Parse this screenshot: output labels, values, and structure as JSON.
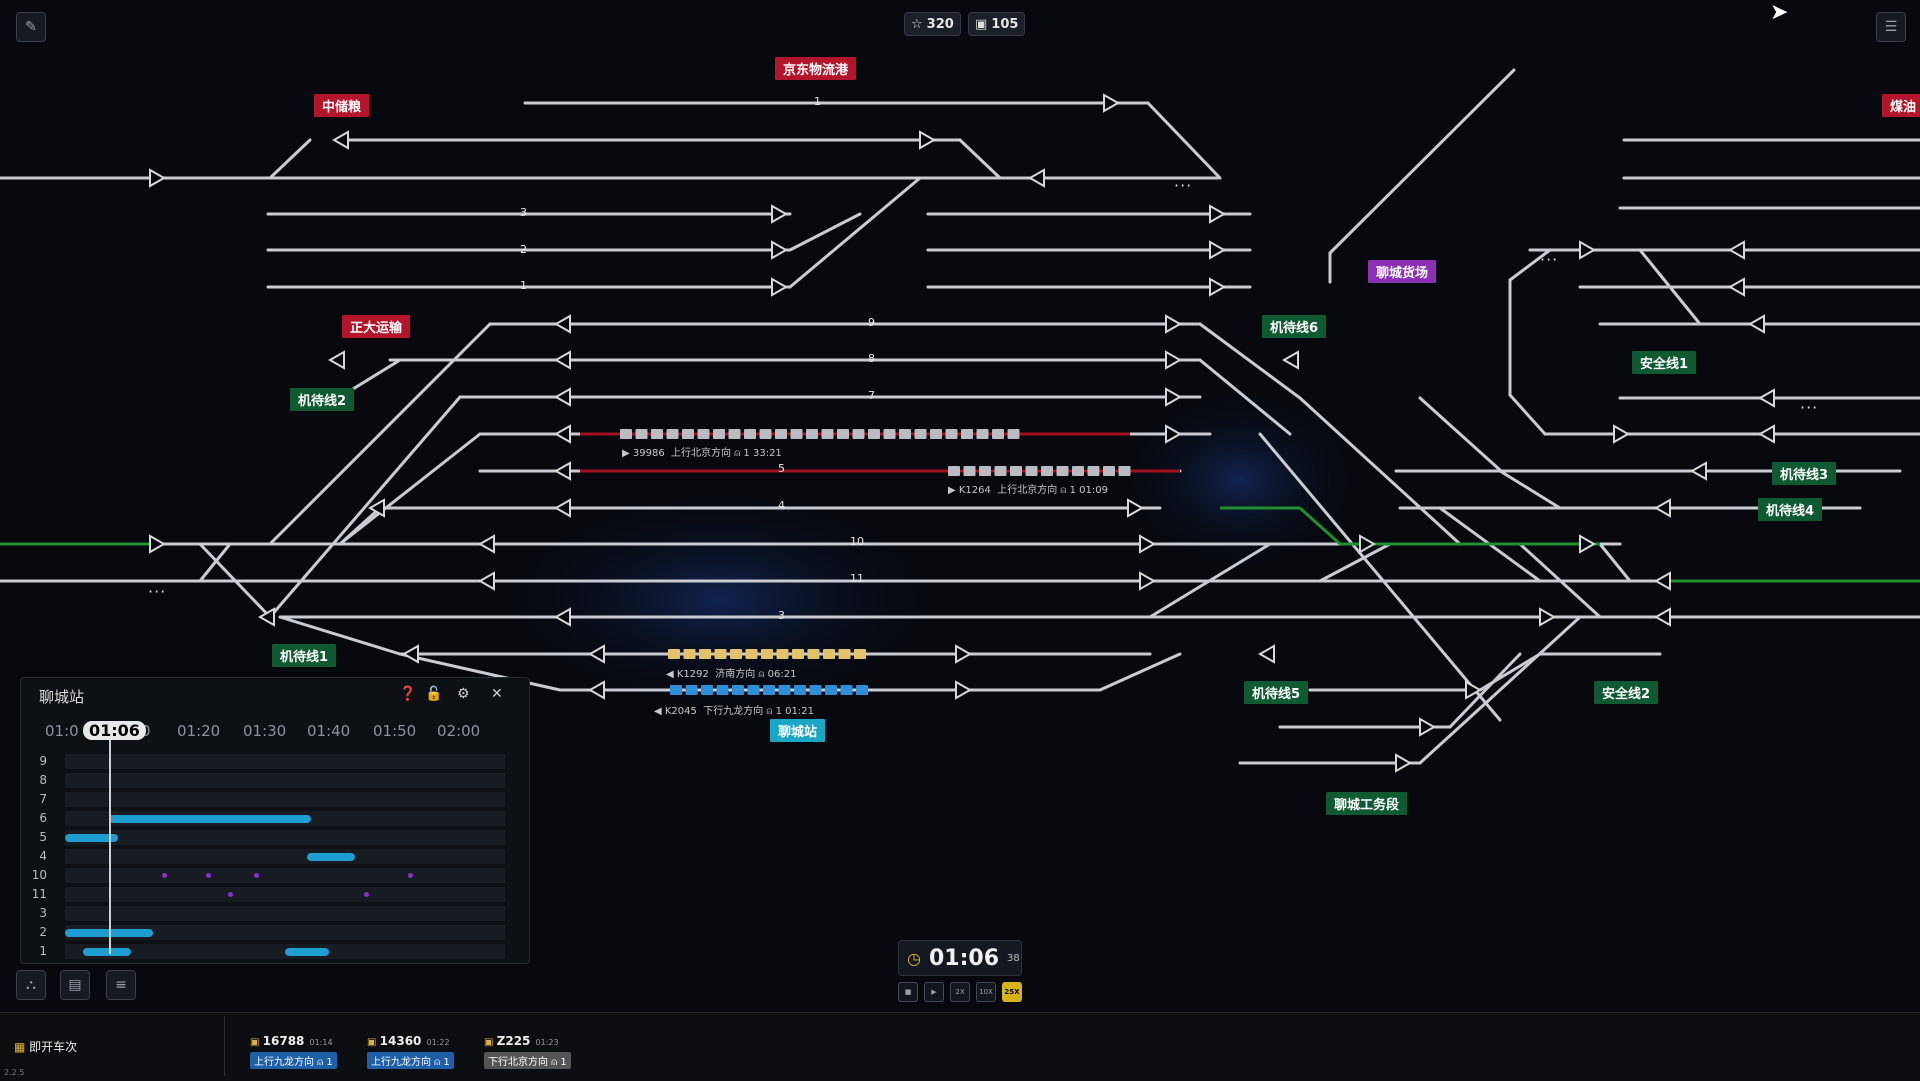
{
  "top": {
    "stars": "320",
    "trains": "105"
  },
  "tags": {
    "jd_logistics": "京东物流港",
    "zhongchuliang": "中储粮",
    "meiyou": "煤油",
    "zhengda": "正大运输",
    "jidai2": "机待线2",
    "jidai1": "机待线1",
    "jidai6": "机待线6",
    "jidai3": "机待线3",
    "jidai4": "机待线4",
    "jidai5": "机待线5",
    "liaocheng_yard": "聊城货场",
    "anquan1": "安全线1",
    "anquan2": "安全线2",
    "liaocheng_station": "聊城站",
    "gongwuduan": "聊城工务段"
  },
  "trains_on_map": [
    {
      "id": "39986",
      "dir": "上行北京方向",
      "count": "1",
      "time": "33:21"
    },
    {
      "id": "K1264",
      "dir": "上行北京方向",
      "count": "1",
      "time": "01:09"
    },
    {
      "id": "K1292",
      "dir": "济南方向",
      "count": "",
      "time": "06:21"
    },
    {
      "id": "K2045",
      "dir": "下行九龙方向",
      "count": "1",
      "time": "01:21"
    }
  ],
  "track_numbers": [
    "1",
    "3",
    "2",
    "1",
    "9",
    "8",
    "7",
    "5",
    "4",
    "10",
    "11",
    "3"
  ],
  "panel": {
    "title": "聊城站",
    "current_time": "01:06",
    "times": [
      "01:0",
      "0",
      "01:20",
      "01:30",
      "01:40",
      "01:50",
      "02:00"
    ],
    "rows": [
      "9",
      "8",
      "7",
      "6",
      "5",
      "4",
      "10",
      "11",
      "3",
      "2",
      "1"
    ],
    "bars": [
      {
        "row": 3,
        "start": 0.1,
        "end": 0.56
      },
      {
        "row": 4,
        "start": 0.0,
        "end": 0.12
      },
      {
        "row": 5,
        "start": 0.55,
        "end": 0.66
      },
      {
        "row": 9,
        "start": 0.0,
        "end": 0.2
      },
      {
        "row": 10,
        "start": 0.04,
        "end": 0.15
      },
      {
        "row": 10,
        "start": 0.5,
        "end": 0.6
      }
    ],
    "dots": [
      {
        "row": 6,
        "pos": 0.22
      },
      {
        "row": 6,
        "pos": 0.32
      },
      {
        "row": 6,
        "pos": 0.43
      },
      {
        "row": 6,
        "pos": 0.78
      },
      {
        "row": 7,
        "pos": 0.37
      },
      {
        "row": 7,
        "pos": 0.68
      }
    ]
  },
  "clock": {
    "time": "01:06",
    "seconds": "38"
  },
  "speeds": [
    "2X",
    "10X",
    "25X"
  ],
  "bottom": {
    "label": "即开车次",
    "version": "2.2.5",
    "departures": [
      {
        "num": "16788",
        "time": "01:14",
        "dir": "上行九龙方向",
        "count": "1",
        "color": "#1f5fa8"
      },
      {
        "num": "14360",
        "time": "01:22",
        "dir": "上行九龙方向",
        "count": "1",
        "color": "#1f5fa8"
      },
      {
        "num": "Z225",
        "time": "01:23",
        "dir": "下行北京方向",
        "count": "1",
        "color": "#555"
      }
    ]
  }
}
